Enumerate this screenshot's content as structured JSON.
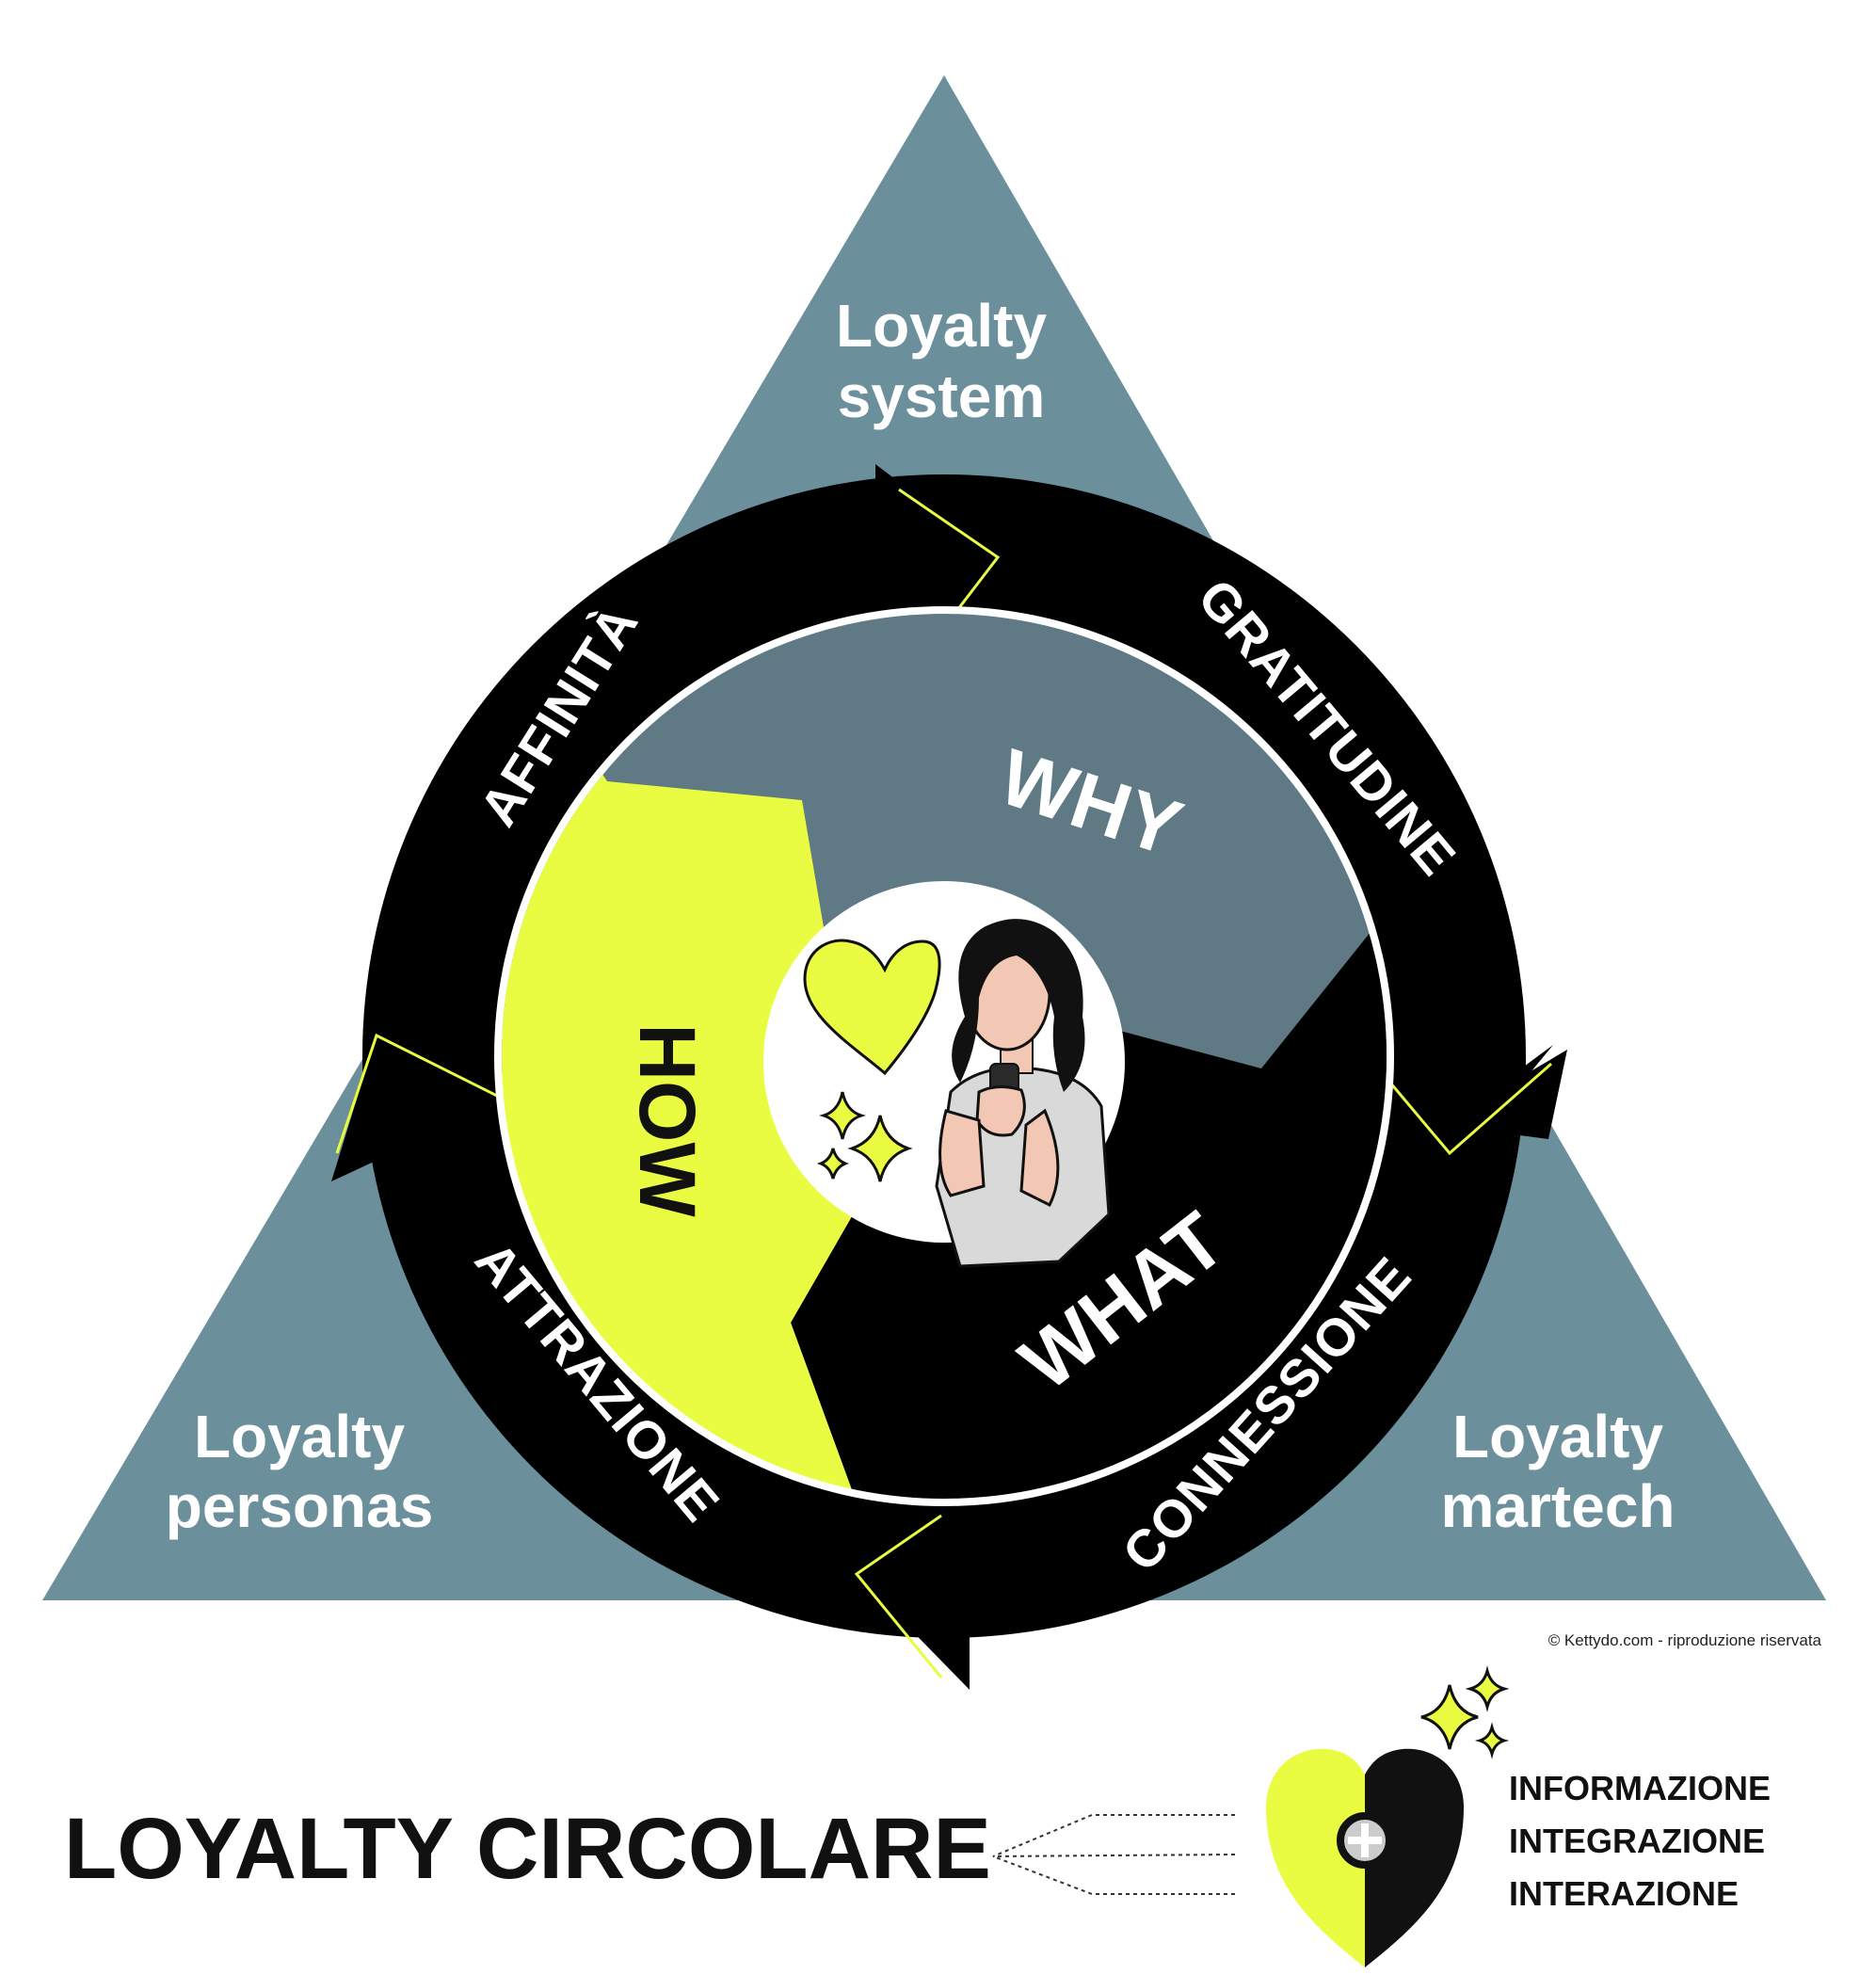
{
  "colors": {
    "triangle": "#6b909b",
    "why": "#5f7a85",
    "how": "#eafc41",
    "what": "#000000",
    "ring": "#000000",
    "accent": "#eafc41",
    "text_dark": "#111111",
    "text_light": "#ffffff"
  },
  "triangle": {
    "top_label": [
      "Loyalty",
      "system"
    ],
    "left_label": [
      "Loyalty",
      "personas"
    ],
    "right_label": [
      "Loyalty",
      "martech"
    ]
  },
  "ring": {
    "affinita": "AFFINITÀ",
    "gratitudine": "GRATITUDINE",
    "connessione": "CONNESSIONE",
    "attrazione": "ATTRAZIONE"
  },
  "segments": {
    "why": "WHY",
    "how": "HOW",
    "what": "WHAT"
  },
  "center": {
    "icons": [
      "heart-icon",
      "sparkles-icon",
      "woman-with-phone-illustration"
    ]
  },
  "copyright": "© Kettydo.com - riproduzione riservata",
  "title": "LOYALTY CIRCOLARE",
  "legend": {
    "icon": "split-heart-plus-icon",
    "items": [
      "INFORMAZIONE",
      "INTEGRAZIONE",
      "INTERAZIONE"
    ]
  }
}
